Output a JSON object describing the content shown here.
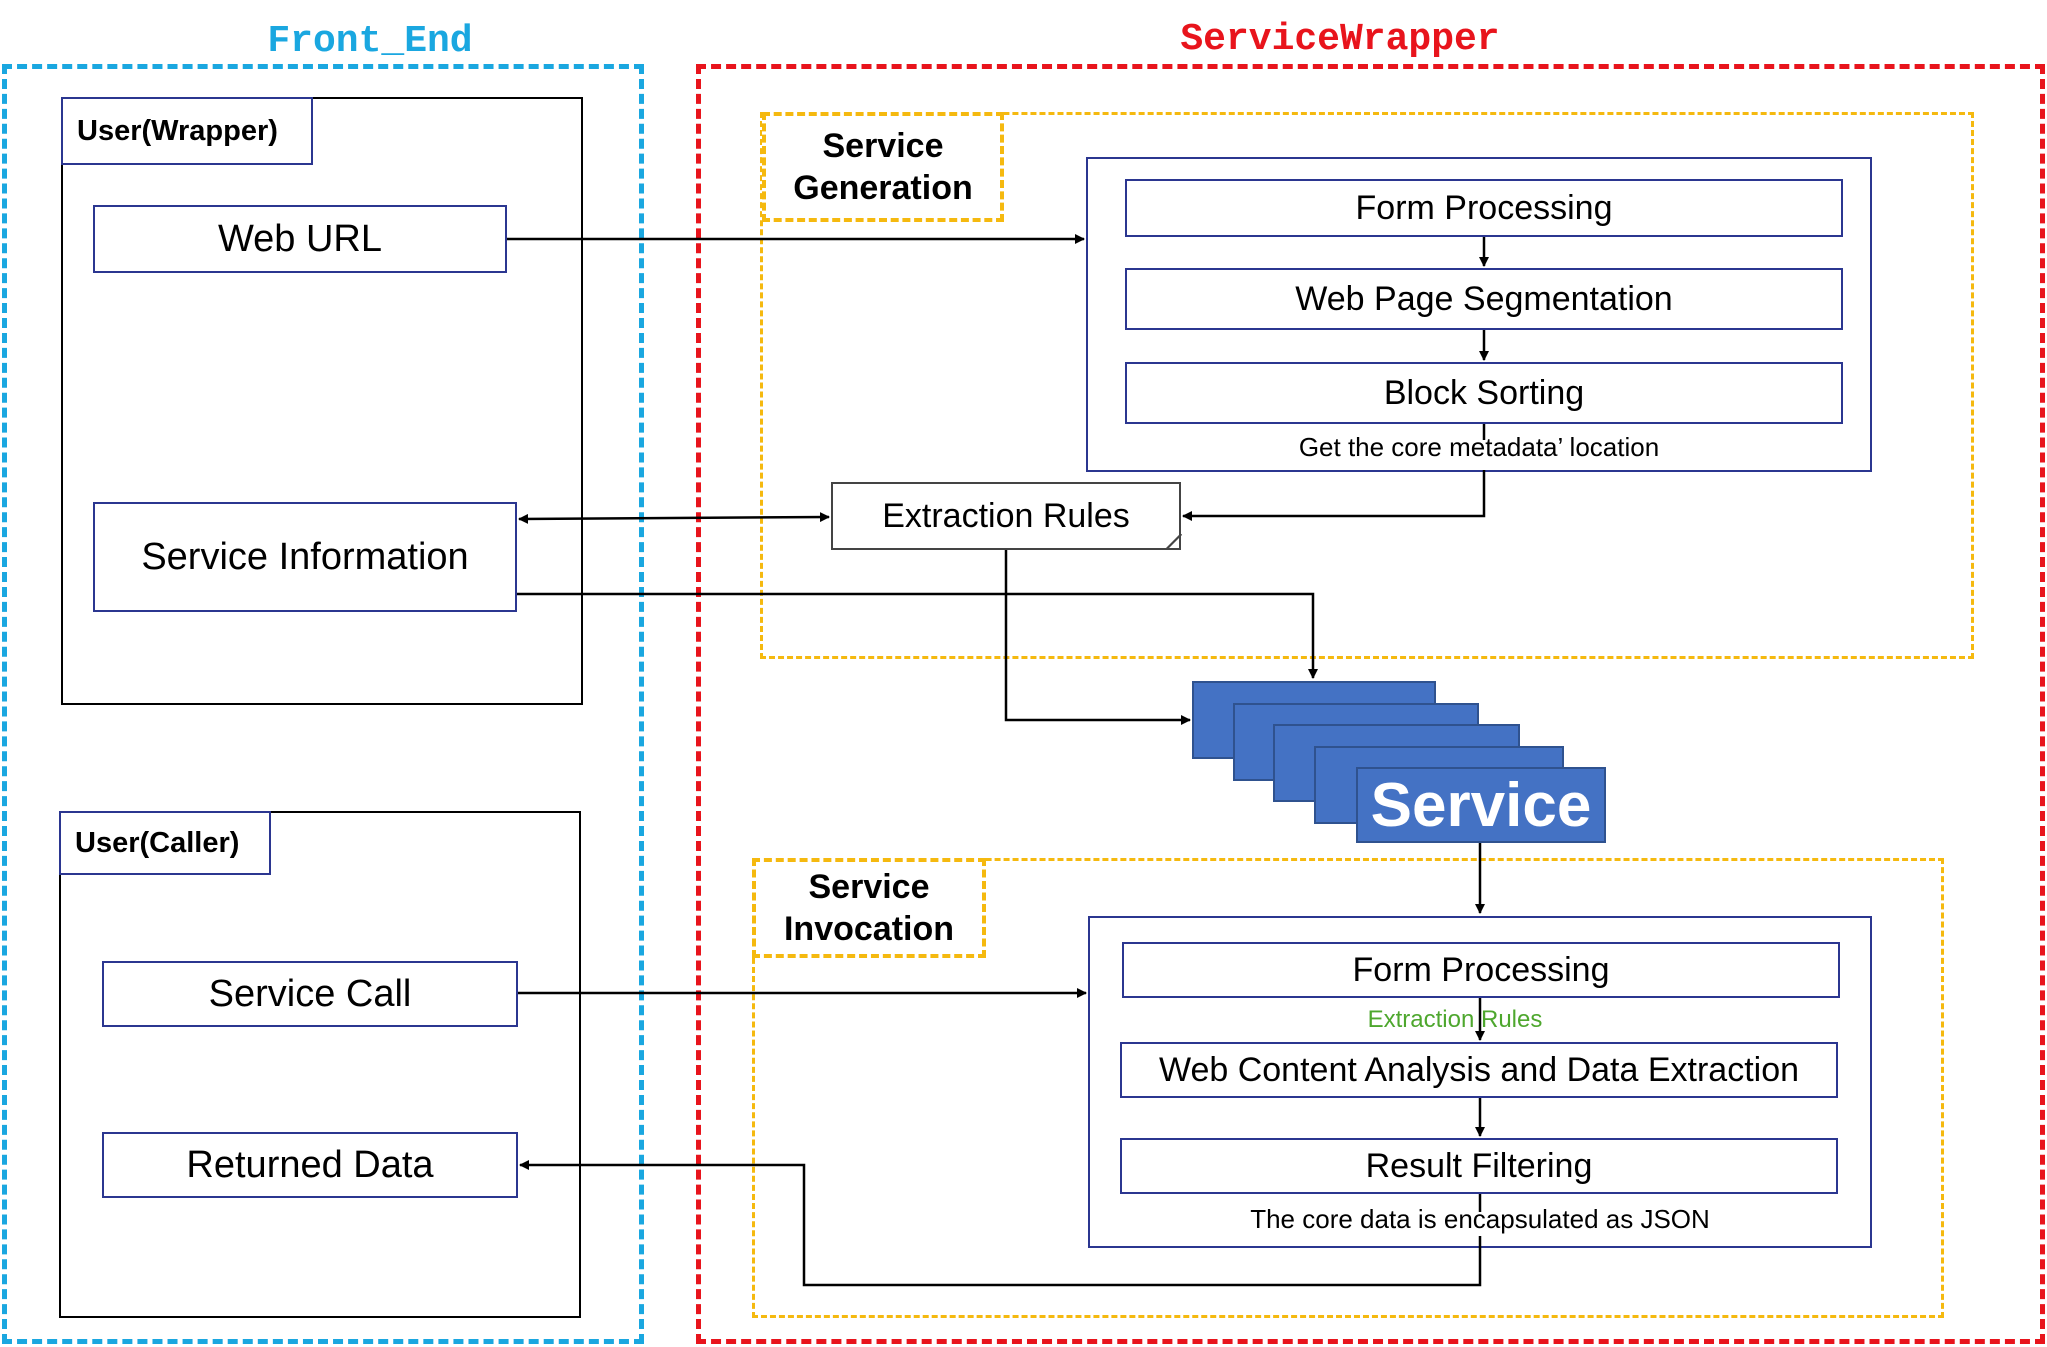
{
  "regions": {
    "front_end_title": "Front_End",
    "service_wrapper_title": "ServiceWrapper"
  },
  "sections": {
    "generation_label": "Service\nGeneration",
    "invocation_label": "Service\nInvocation"
  },
  "front_end": {
    "wrapper_user": {
      "tag": "User(Wrapper)",
      "web_url": "Web URL",
      "service_information": "Service Information"
    },
    "caller_user": {
      "tag": "User(Caller)",
      "service_call": "Service Call",
      "returned_data": "Returned Data"
    }
  },
  "generation": {
    "steps": [
      "Form Processing",
      "Web Page Segmentation",
      "Block Sorting"
    ],
    "caption": "Get the core metadata’ location",
    "extraction_rules": "Extraction Rules"
  },
  "service": {
    "label": "Service"
  },
  "invocation": {
    "steps": [
      "Form Processing",
      "Web Content Analysis and Data Extraction",
      "Result Filtering"
    ],
    "rules_note": "Extraction Rules",
    "caption": "The core data is encapsulated as JSON"
  },
  "colors": {
    "front_end": "#1aa7e0",
    "service_wrapper": "#e8141c",
    "section_border": "#f5b90f",
    "box_border": "#2b3690",
    "service_fill": "#4472c4",
    "note_green": "#4ea72e"
  }
}
